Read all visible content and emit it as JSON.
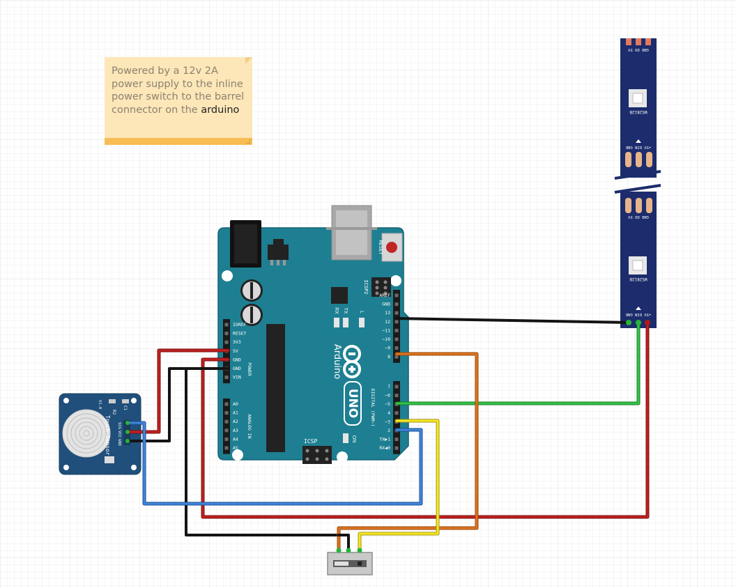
{
  "note": {
    "text": "Powered by a 12v 2A power supply to the inline power switch to the barrel connector on the",
    "highlight": "arduino"
  },
  "arduino": {
    "brand": "Arduino",
    "model": "UNO",
    "reset_label": "RESET",
    "icsp2_label": "ICSP2",
    "icsp_label": "ICSP",
    "tx_label": "TX",
    "rx_label": "RX",
    "l_label": "L",
    "on_label": "ON",
    "aref_label": "AREF",
    "power_header_label": "POWER",
    "analog_header_label": "ANALOG IN",
    "digital_header_label": "DIGITAL (PWM~)",
    "power_pins": [
      "IOREF",
      "RESET",
      "3V3",
      "5V",
      "GND",
      "GND",
      "VIN"
    ],
    "analog_pins": [
      "A0",
      "A1",
      "A2",
      "A3",
      "A4",
      "A5"
    ],
    "digital_pins_top": [
      "AREF",
      "GND",
      "13",
      "12",
      "~11",
      "~10",
      "~9",
      "8"
    ],
    "digital_pins_bottom": [
      "7",
      "~6",
      "~5",
      "4",
      "~3",
      "2",
      "TX▶1",
      "RX◀0"
    ]
  },
  "touch_sensor": {
    "name": "Touch Sensor",
    "version": "V1.0",
    "pins": [
      "SIG",
      "VCC",
      "GND"
    ],
    "part_r": "R2",
    "part_c": "C1"
  },
  "led_strip": {
    "chip": "WS2812B",
    "pad_top": "GND DO 5V",
    "pad_mid": "+5V DIN GND",
    "pad_bottom": "+5V DIN GND"
  },
  "colors": {
    "board": "#1e7f92",
    "wire_red": "#b3191a",
    "wire_black": "#141414",
    "wire_green": "#27b43a",
    "wire_orange": "#d77018",
    "wire_yellow": "#f4e21a",
    "wire_blue": "#3a7fd0",
    "strip": "#1c2c6c",
    "note_bg": "#fde6b8",
    "note_bar": "#f7bd54"
  }
}
